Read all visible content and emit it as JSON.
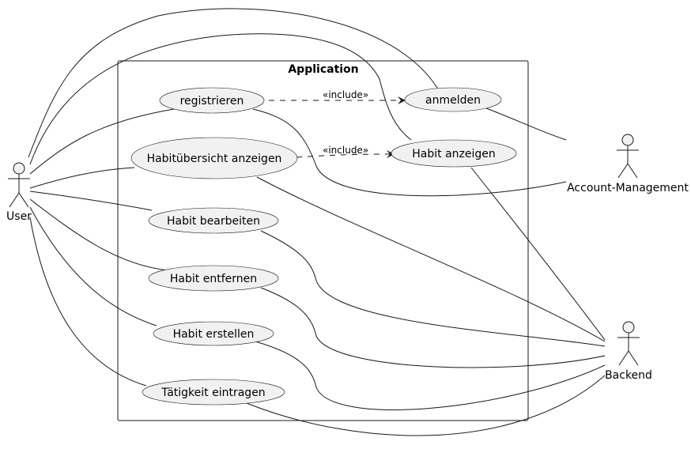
{
  "system": {
    "title": "Application"
  },
  "actors": {
    "user": "User",
    "account_management": "Account-Management",
    "backend": "Backend"
  },
  "use_cases": {
    "registrieren": "registrieren",
    "anmelden": "anmelden",
    "habituebersicht": "Habitübersicht anzeigen",
    "habit_anzeigen": "Habit anzeigen",
    "habit_bearbeiten": "Habit bearbeiten",
    "habit_entfernen": "Habit entfernen",
    "habit_erstellen": "Habit erstellen",
    "taetigkeit": "Tätigkeit eintragen"
  },
  "relations": {
    "include_1": "«include»",
    "include_2": "«include»"
  }
}
